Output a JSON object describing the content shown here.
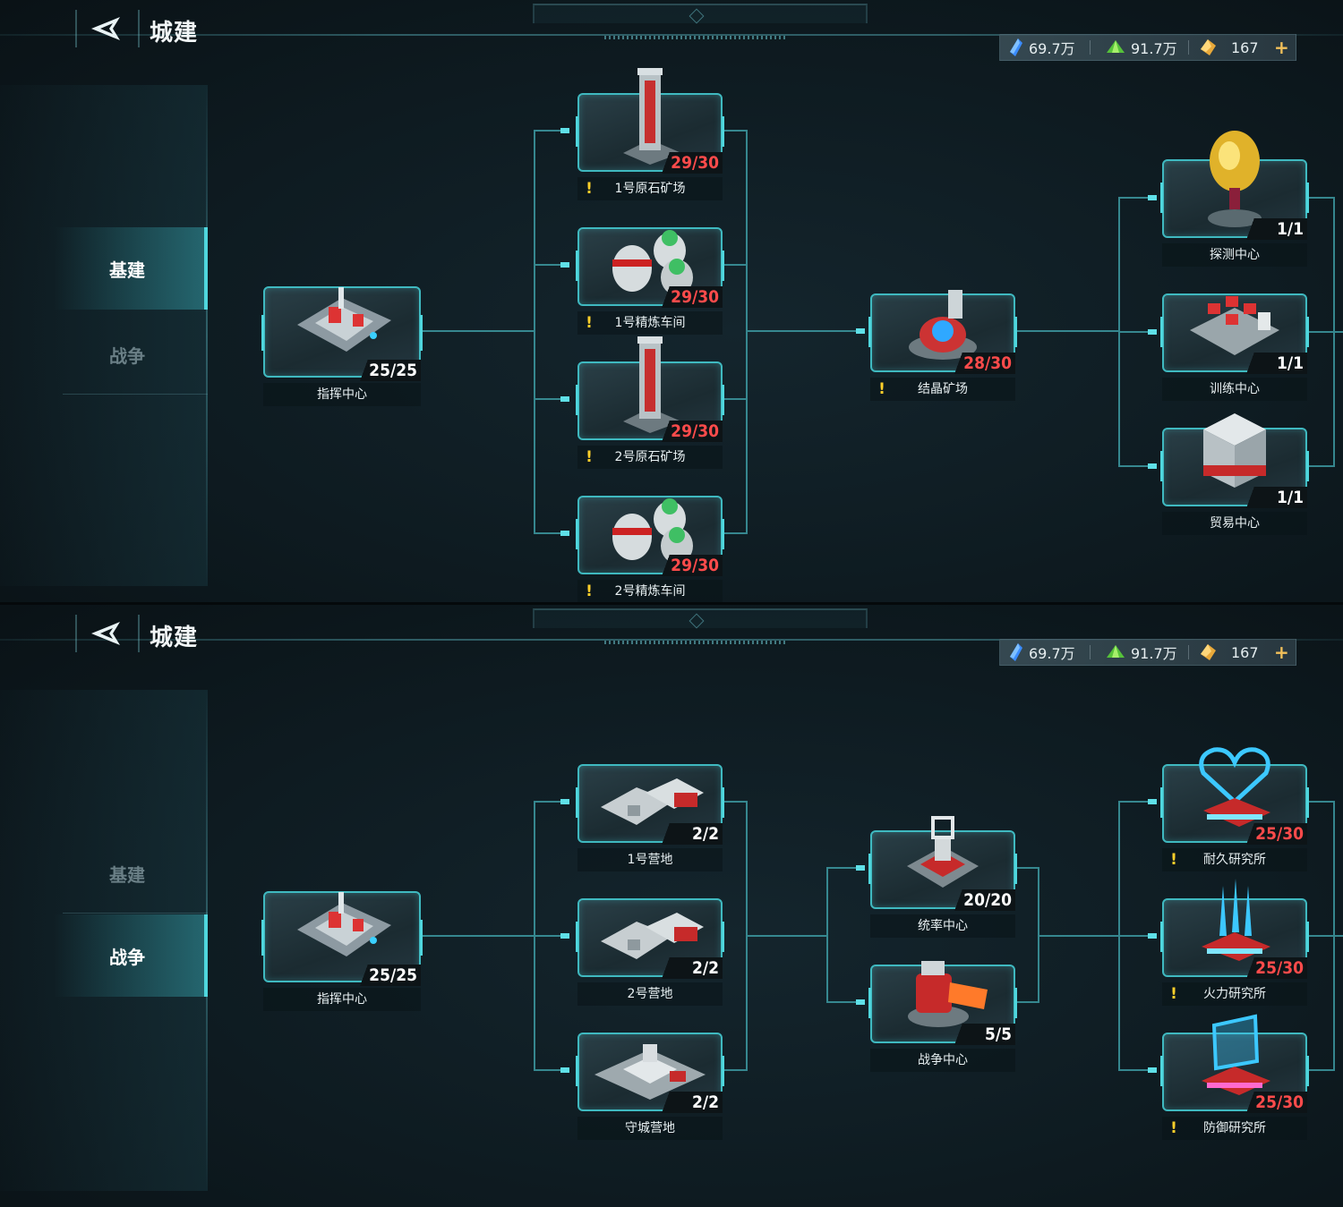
{
  "header": {
    "title": "城建",
    "back_label": ""
  },
  "resources": {
    "crystal": "69.7万",
    "ore": "91.7万",
    "gem": "167",
    "add": "+"
  },
  "tabs": {
    "base": "基建",
    "war": "战争"
  },
  "panel1": {
    "buildings": [
      {
        "name": "指挥中心",
        "level": "25/25",
        "warn": false
      },
      {
        "name": "1号原石矿场",
        "level": "29/30",
        "warn": true
      },
      {
        "name": "1号精炼车间",
        "level": "29/30",
        "warn": true
      },
      {
        "name": "2号原石矿场",
        "level": "29/30",
        "warn": true
      },
      {
        "name": "2号精炼车间",
        "level": "29/30",
        "warn": true
      },
      {
        "name": "结晶矿场",
        "level": "28/30",
        "warn": true
      },
      {
        "name": "探测中心",
        "level": "1/1",
        "warn": false
      },
      {
        "name": "训练中心",
        "level": "1/1",
        "warn": false
      },
      {
        "name": "贸易中心",
        "level": "1/1",
        "warn": false
      }
    ]
  },
  "panel2": {
    "buildings": [
      {
        "name": "指挥中心",
        "level": "25/25",
        "warn": false
      },
      {
        "name": "1号营地",
        "level": "2/2",
        "warn": false
      },
      {
        "name": "2号营地",
        "level": "2/2",
        "warn": false
      },
      {
        "name": "守城营地",
        "level": "2/2",
        "warn": false
      },
      {
        "name": "统率中心",
        "level": "20/20",
        "warn": false
      },
      {
        "name": "战争中心",
        "level": "5/5",
        "warn": false
      },
      {
        "name": "耐久研究所",
        "level": "25/30",
        "warn": true
      },
      {
        "name": "火力研究所",
        "level": "25/30",
        "warn": true
      },
      {
        "name": "防御研究所",
        "level": "25/30",
        "warn": true
      }
    ]
  },
  "warn_mark": "!",
  "colors": {
    "accent": "#3fb9c0",
    "warn_level": "#ff4b4b",
    "warn_mark": "#ffd02a",
    "gem": "#f1c05a"
  }
}
